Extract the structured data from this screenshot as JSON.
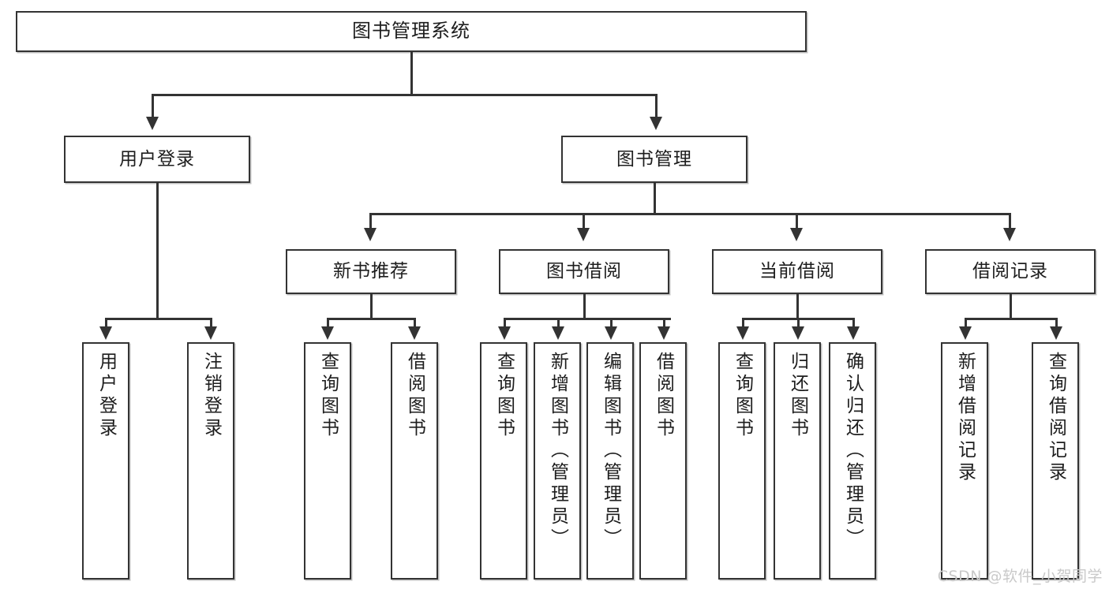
{
  "diagram": {
    "type": "tree",
    "title": "图书管理系统",
    "watermark": "CSDN @软件_小贺同学",
    "colors": {
      "stroke": "#333333",
      "fill": "#ffffff",
      "text": "#1d1d1d",
      "watermark": "#c9c9c9"
    },
    "nodes": {
      "root": {
        "label": "图书管理系统"
      },
      "level2": [
        {
          "id": "user-login",
          "label": "用户登录"
        },
        {
          "id": "book-manage",
          "label": "图书管理"
        }
      ],
      "level3": [
        {
          "id": "new-book-recommend",
          "label": "新书推荐"
        },
        {
          "id": "book-borrow",
          "label": "图书借阅"
        },
        {
          "id": "current-borrow",
          "label": "当前借阅"
        },
        {
          "id": "borrow-record",
          "label": "借阅记录"
        }
      ],
      "leaves": {
        "user-login": [
          {
            "id": "leaf-user-login",
            "label": "用户登录"
          },
          {
            "id": "leaf-logout-login",
            "label": "注销登录"
          }
        ],
        "new-book-recommend": [
          {
            "id": "leaf-query-book-1",
            "label": "查询图书"
          },
          {
            "id": "leaf-borrow-book-1",
            "label": "借阅图书"
          }
        ],
        "book-borrow": [
          {
            "id": "leaf-query-book-2",
            "label": "查询图书"
          },
          {
            "id": "leaf-add-book",
            "label": "新增图书（管理员）"
          },
          {
            "id": "leaf-edit-book",
            "label": "编辑图书（管理员）"
          },
          {
            "id": "leaf-borrow-book-2",
            "label": "借阅图书"
          }
        ],
        "current-borrow": [
          {
            "id": "leaf-query-book-3",
            "label": "查询图书"
          },
          {
            "id": "leaf-return-book",
            "label": "归还图书"
          },
          {
            "id": "leaf-confirm-return",
            "label": "确认归还（管理员）"
          }
        ],
        "borrow-record": [
          {
            "id": "leaf-add-record",
            "label": "新增借阅记录"
          },
          {
            "id": "leaf-query-record",
            "label": "查询借阅记录"
          }
        ]
      }
    }
  }
}
